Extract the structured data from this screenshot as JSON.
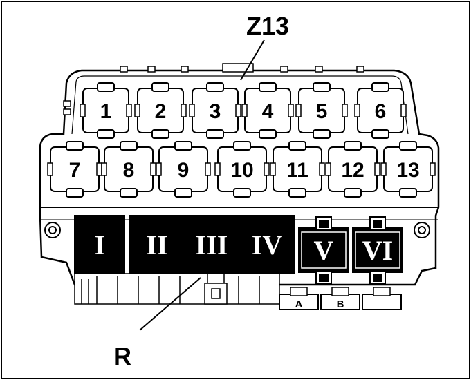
{
  "labels": {
    "module": "Z13",
    "bracket": "R"
  },
  "relay_slots_top": [
    "1",
    "2",
    "3",
    "4",
    "5",
    "6"
  ],
  "relay_slots_bottom": [
    "7",
    "8",
    "9",
    "10",
    "11",
    "12",
    "13"
  ],
  "relays": [
    "I",
    "II",
    "III",
    "IV",
    "V",
    "VI"
  ],
  "connectors": [
    "A",
    "B"
  ],
  "colors": {
    "line": "#000000",
    "fill": "#ffffff",
    "relay": "#000000",
    "relay_text": "#ffffff"
  }
}
